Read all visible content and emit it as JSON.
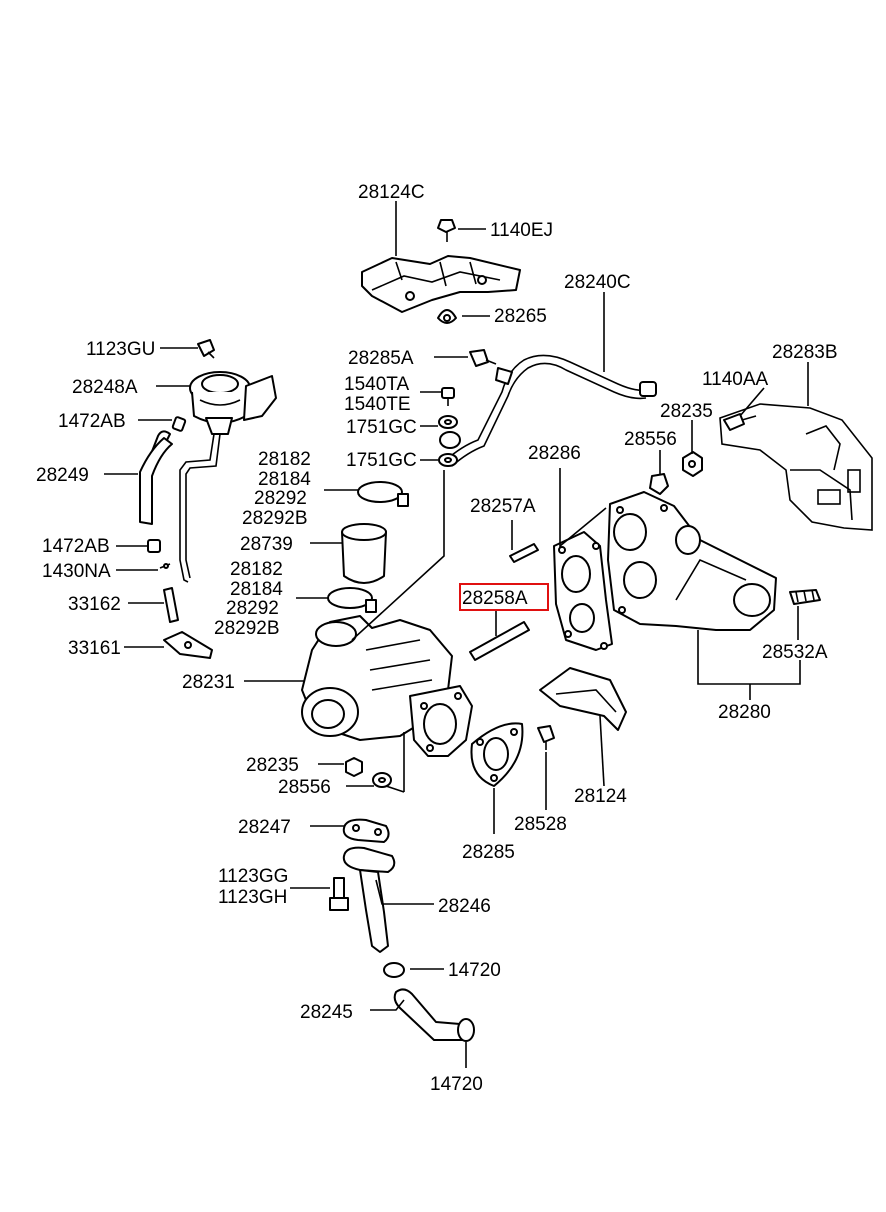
{
  "highlight": {
    "part": "28258A",
    "color": "#e01010"
  },
  "labels": {
    "l_28124C": "28124C",
    "l_1140EJ": "1140EJ",
    "l_28240C": "28240C",
    "l_28265": "28265",
    "l_28283B": "28283B",
    "l_1123GU": "1123GU",
    "l_28285A": "28285A",
    "l_1540TA": "1540TA",
    "l_1540TE": "1540TE",
    "l_1140AA": "1140AA",
    "l_28248A": "28248A",
    "l_1472AB_top": "1472AB",
    "l_1751GC_a": "1751GC",
    "l_28235_r": "28235",
    "l_28556_r": "28556",
    "l_28249": "28249",
    "l_28182_a": "28182",
    "l_28184_a": "28184",
    "l_28292_a": "28292",
    "l_28292B_a": "28292B",
    "l_1751GC_b": "1751GC",
    "l_28286": "28286",
    "l_28257A": "28257A",
    "l_1472AB_bot": "1472AB",
    "l_28739": "28739",
    "l_1430NA": "1430NA",
    "l_28182_b": "28182",
    "l_28184_b": "28184",
    "l_28292_b": "28292",
    "l_28292B_b": "28292B",
    "l_33162": "33162",
    "l_28258A": "28258A",
    "l_33161": "33161",
    "l_28532A": "28532A",
    "l_28231": "28231",
    "l_28280": "28280",
    "l_28235_l": "28235",
    "l_28556_l": "28556",
    "l_28124": "28124",
    "l_28528": "28528",
    "l_28247": "28247",
    "l_28285": "28285",
    "l_1123GG": "1123GG",
    "l_1123GH": "1123GH",
    "l_28246": "28246",
    "l_14720_a": "14720",
    "l_28245": "28245",
    "l_14720_b": "14720"
  }
}
